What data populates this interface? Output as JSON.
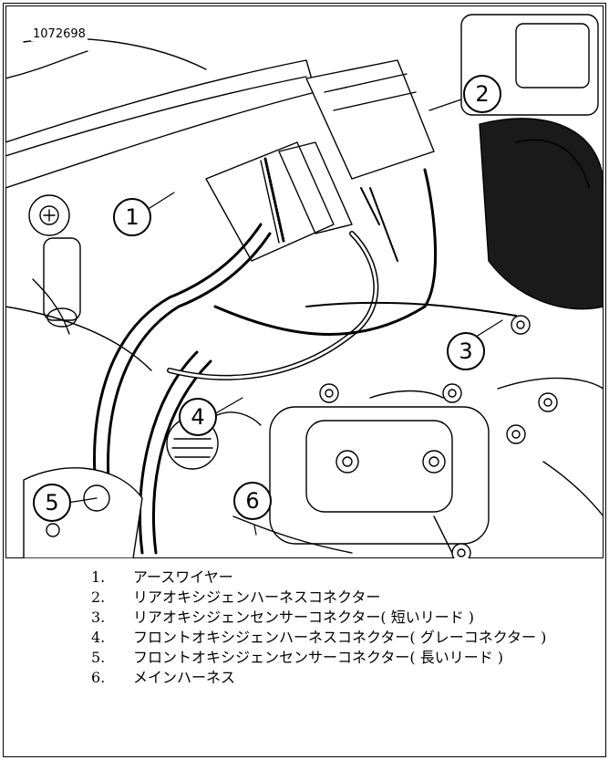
{
  "figure": {
    "id": "1072698",
    "callouts": [
      "1",
      "2",
      "3",
      "4",
      "5",
      "6"
    ]
  },
  "legend": [
    {
      "number": "1.",
      "text": "アースワイヤー"
    },
    {
      "number": "2.",
      "text": "リアオキシジェンハーネスコネクター"
    },
    {
      "number": "3.",
      "text": "リアオキシジェンセンサーコネクター( 短いリード )"
    },
    {
      "number": "4.",
      "text": "フロントオキシジェンハーネスコネクター( グレーコネクター )"
    },
    {
      "number": "5.",
      "text": "フロントオキシジェンセンサーコネクター( 長いリード )"
    },
    {
      "number": "6.",
      "text": "メインハーネス"
    }
  ]
}
